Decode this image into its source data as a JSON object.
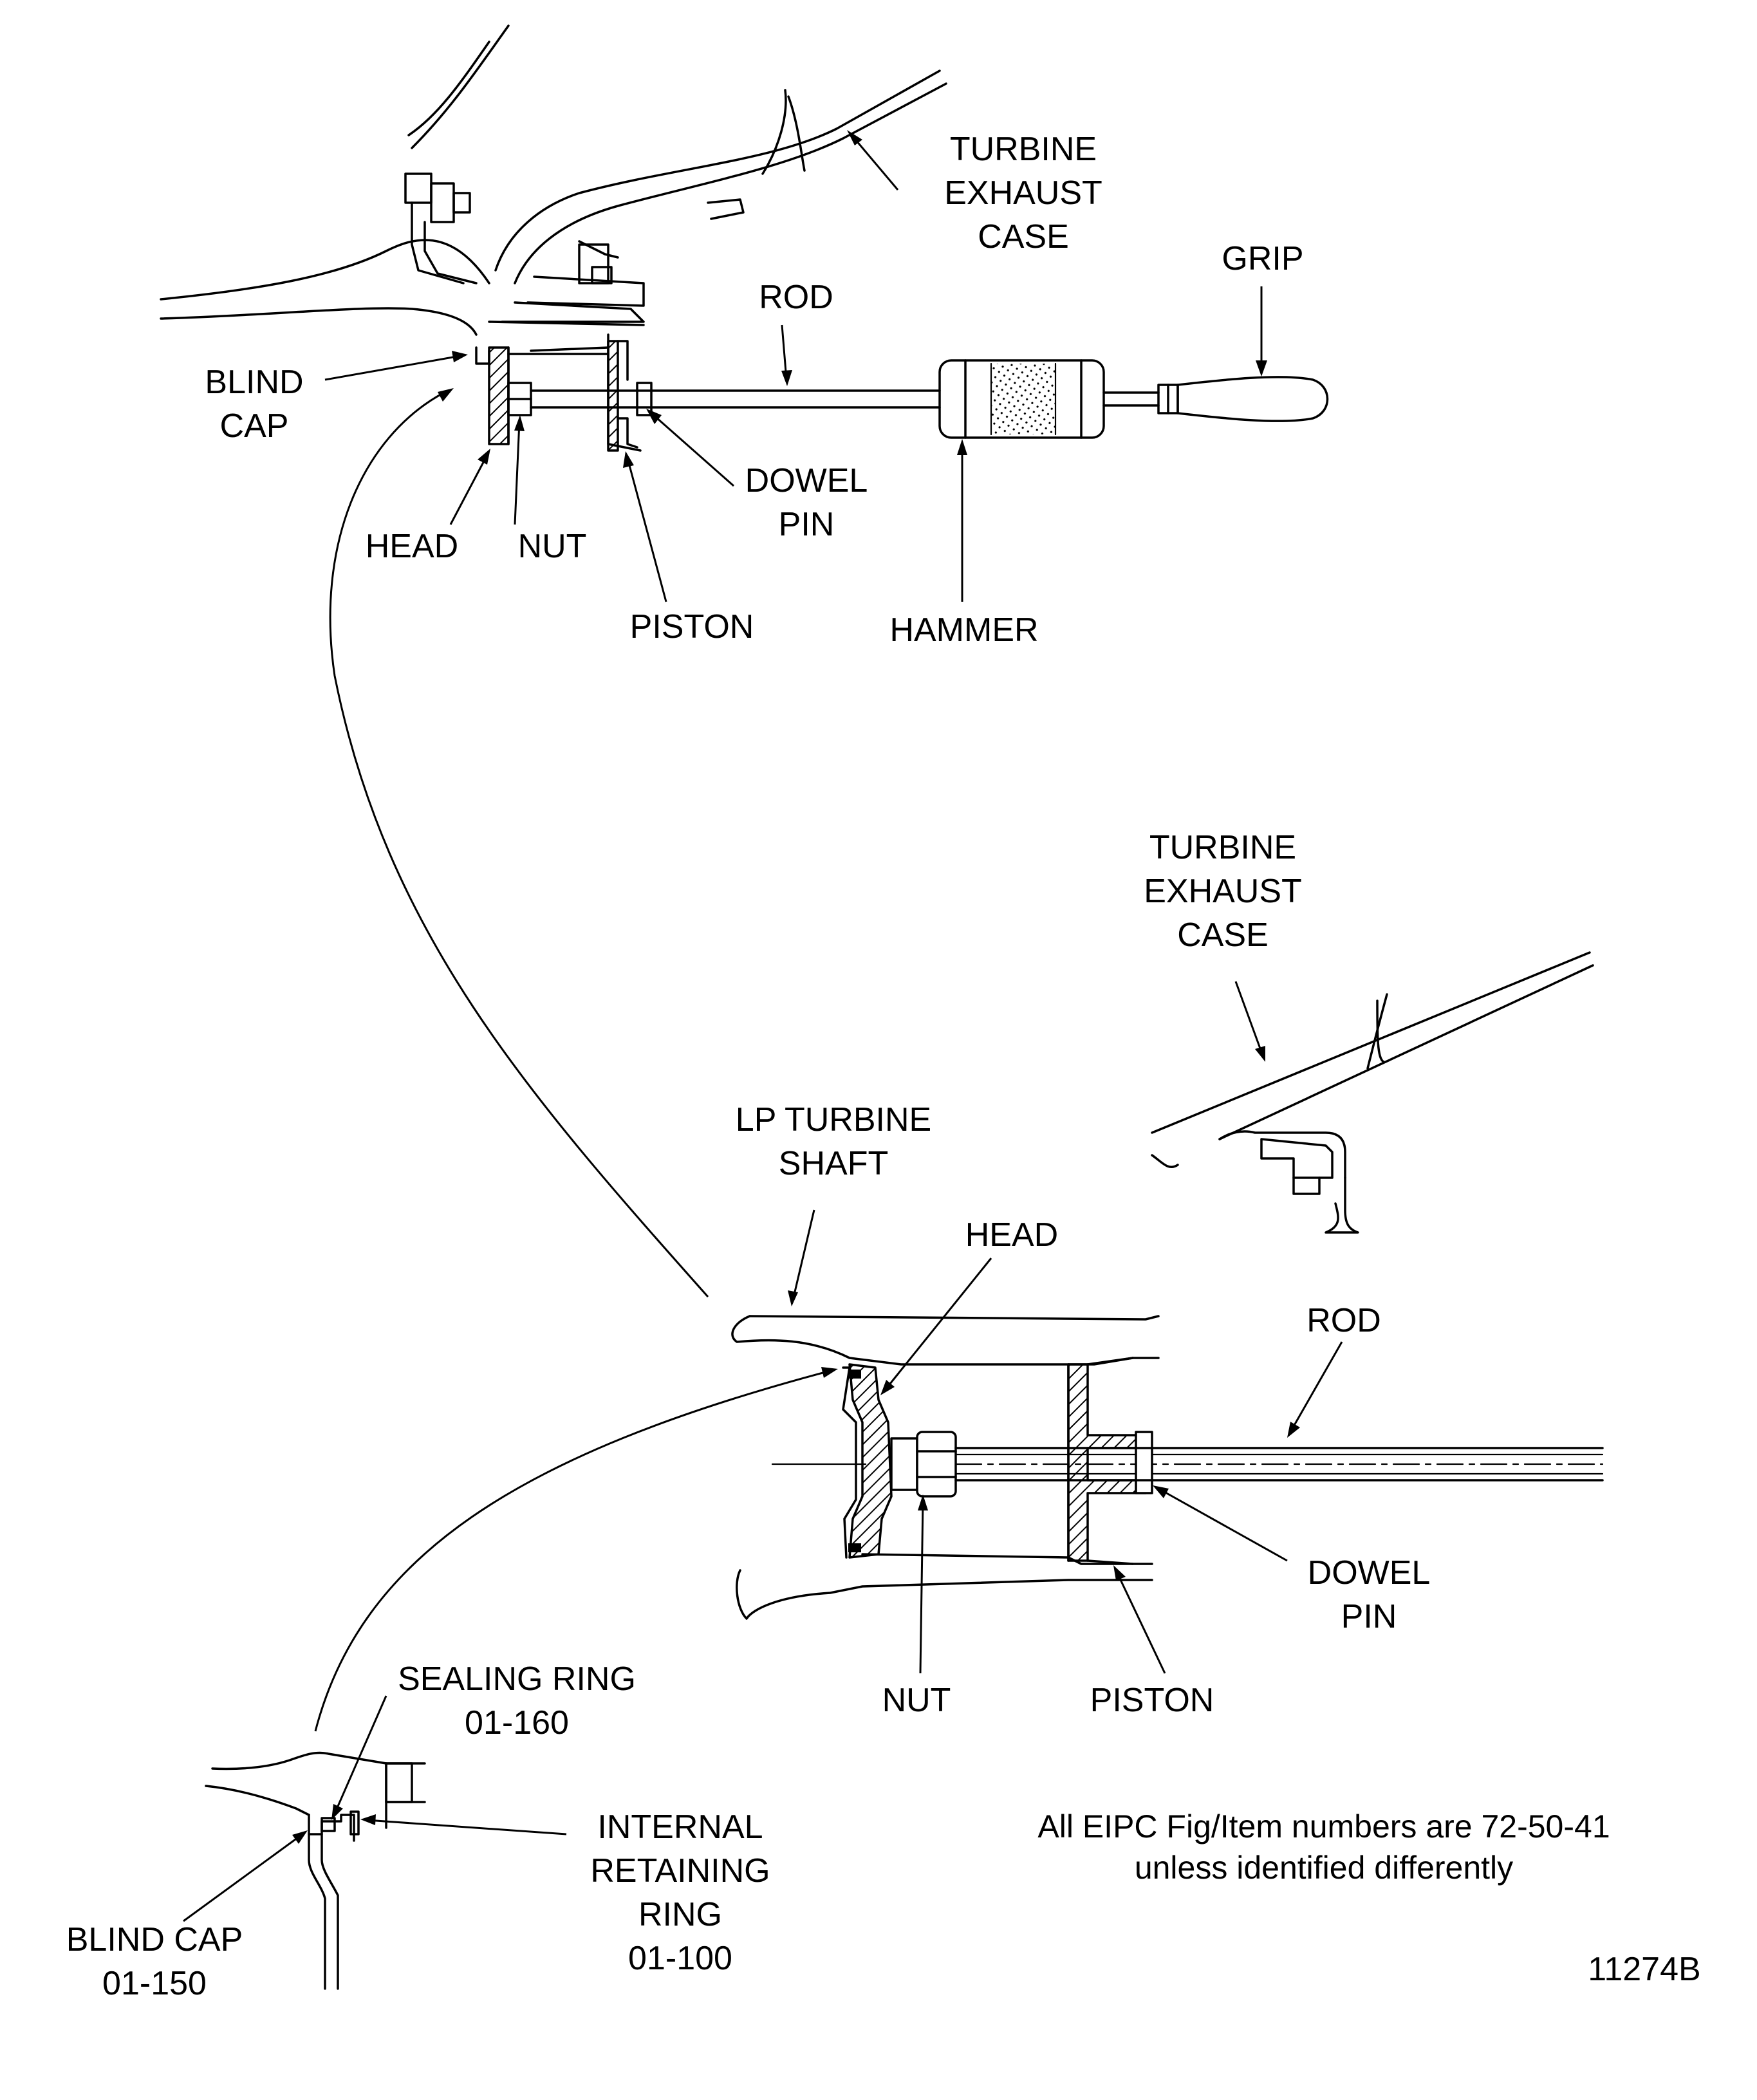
{
  "labels": {
    "top_turbine_exhaust_case": [
      "TURBINE",
      "EXHAUST",
      "CASE"
    ],
    "grip": "GRIP",
    "top_rod": "ROD",
    "top_blind_cap": [
      "BLIND",
      "CAP"
    ],
    "top_dowel_pin": [
      "DOWEL",
      "PIN"
    ],
    "top_head": "HEAD",
    "top_nut": "NUT",
    "top_piston": "PISTON",
    "hammer": "HAMMER",
    "mid_turbine_exhaust_case": [
      "TURBINE",
      "EXHAUST",
      "CASE"
    ],
    "lp_turbine_shaft": [
      "LP TURBINE",
      "SHAFT"
    ],
    "bottom_head": "HEAD",
    "bottom_rod": "ROD",
    "bottom_dowel_pin": [
      "DOWEL",
      "PIN"
    ],
    "bottom_nut": "NUT",
    "bottom_piston": "PISTON",
    "sealing_ring": [
      "SEALING RING",
      "01-160"
    ],
    "internal_retaining_ring": [
      "INTERNAL",
      "RETAINING",
      "RING",
      "01-100"
    ],
    "blind_cap_detail": [
      "BLIND CAP",
      "01-150"
    ],
    "note": [
      "All EIPC Fig/Item numbers are 72-50-41",
      "unless identified differently"
    ],
    "figure_id": "11274B"
  }
}
